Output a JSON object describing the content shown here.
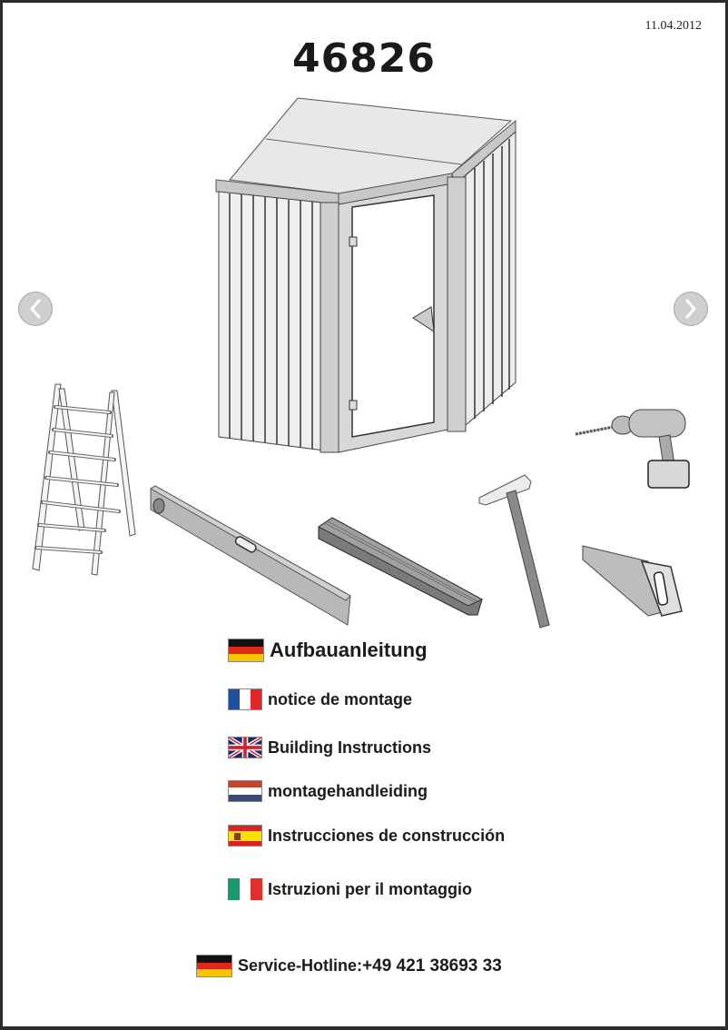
{
  "header": {
    "date": "11.04.2012",
    "model_number": "46826"
  },
  "navigation": {
    "prev_icon": "chevron-left-icon",
    "next_icon": "chevron-right-icon"
  },
  "illustrations": [
    "corner-shed",
    "stepladder",
    "spirit-level",
    "folding-ruler",
    "hammer",
    "cordless-drill",
    "hand-saw"
  ],
  "languages": [
    {
      "flag": "de",
      "label": "Aufbauanleitung"
    },
    {
      "flag": "fr",
      "label": "notice de montage"
    },
    {
      "flag": "gb",
      "label": "Building Instructions"
    },
    {
      "flag": "nl",
      "label": "montagehandleiding"
    },
    {
      "flag": "es",
      "label": "Instrucciones de construcción"
    },
    {
      "flag": "it",
      "label": "Istruzioni per il montaggio"
    }
  ],
  "footer": {
    "hotline_label": "Service-Hotline:",
    "hotline_number": "+49 421 38693 33",
    "flag": "de"
  },
  "colors": {
    "page_border": "#2b2b2b",
    "nav_button": "#cfcfcf",
    "text": "#1b1b1b"
  }
}
